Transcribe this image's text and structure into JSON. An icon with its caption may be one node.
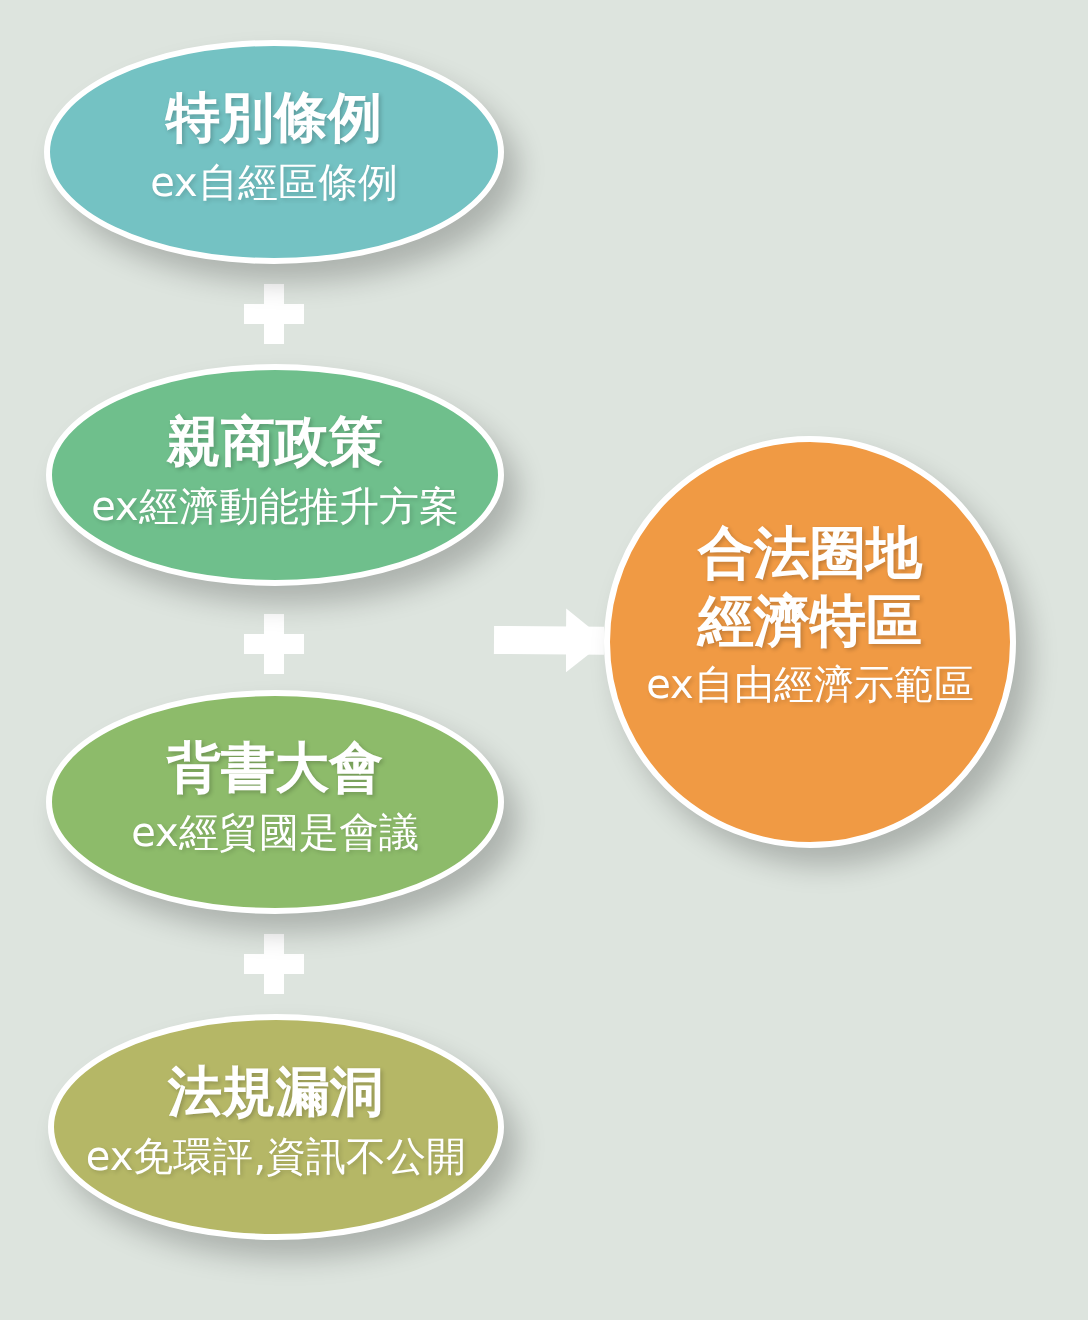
{
  "diagram": {
    "nodes": [
      {
        "text": [
          "特別條例",
          "ex自經區條例"
        ]
      },
      {
        "text": [
          "親商政策",
          "ex經濟動能推升方案"
        ]
      },
      {
        "text": [
          "背書大會",
          "ex經貿國是會議"
        ]
      },
      {
        "text": [
          "法規漏洞",
          "ex免環評,資訊不公開"
        ]
      },
      {
        "text": [
          "合法圈地經濟特區",
          "ex自由經濟示範區"
        ]
      }
    ],
    "edges": [
      {
        "from": null,
        "to": 4,
        "arrow": "to"
      }
    ]
  }
}
